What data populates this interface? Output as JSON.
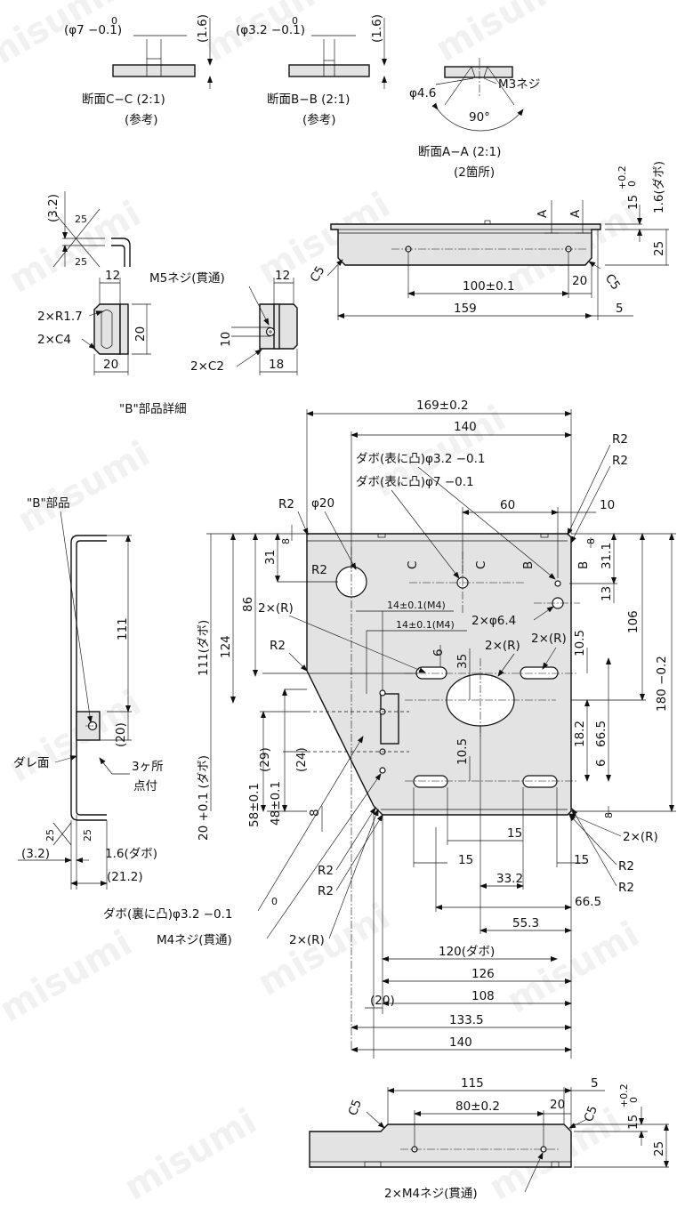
{
  "watermark": "misumi",
  "sections": {
    "cc": {
      "dim_dia": "(φ7 −0.1)",
      "dim_tol_upper": "0",
      "dim_thk": "(1.6)",
      "title": "断面C−C (2:1)",
      "note": "(参考)"
    },
    "bb": {
      "dim_dia": "(φ3.2 −0.1)",
      "dim_tol_upper": "0",
      "dim_thk": "(1.6)",
      "title": "断面B−B (2:1)",
      "note": "(参考)"
    },
    "aa": {
      "dia": "φ4.6",
      "thread": "M3ネジ",
      "angle": "90°",
      "title": "断面A−A (2:1)",
      "note": "(2箇所)"
    }
  },
  "bend_detail": {
    "thk": "(3.2)",
    "ang1": "25",
    "ang2": "25"
  },
  "b_part_detail": {
    "title": "\"B\"部品詳細",
    "thread": "M5ネジ(貫通)",
    "left": {
      "w": "12",
      "r": "2×R1.7",
      "c": "2×C4",
      "h": "20",
      "base": "20"
    },
    "right": {
      "w": "12",
      "h": "10",
      "c": "2×C2",
      "base": "18"
    }
  },
  "top_view": {
    "label_a1": "A",
    "label_a2": "A",
    "chamfer_l": "C5",
    "chamfer_r": "C5",
    "tol_15": "15",
    "tol_15_up": "+0.2",
    "tol_15_lo": "0",
    "t_dabo": "1.6(ダボ)",
    "h25": "25",
    "d100": "100±0.1",
    "d20": "20",
    "d159": "159",
    "d5": "5"
  },
  "main_view": {
    "d169": "169±0.2",
    "d140t": "140",
    "d60": "60",
    "d10": "10",
    "r2_tr1": "R2",
    "r2_tr2": "R2",
    "r2_tl": "R2",
    "r2_tl2": "R2",
    "r2_l": "R2",
    "phi20": "φ20",
    "dabo_32": "ダボ(表に凸)φ3.2 −0.1",
    "dabo_7": "ダボ(表に凸)φ7 −0.1",
    "tol_zero": "0",
    "cut_c1": "C",
    "cut_c2": "C",
    "cut_b1": "B",
    "cut_b2": "B",
    "d8a": "8",
    "d31": "31",
    "d86": "86",
    "d124": "124",
    "d111dabo": "111(ダボ)",
    "d8b": "8",
    "d31_1": "31.1",
    "d13": "13",
    "d106": "106",
    "d180": "180 −0.2",
    "two_r_a": "2×(R)",
    "two_r_b": "2×(R)",
    "two_r_c": "2×(R)",
    "d14a": "14±0.1(M4)",
    "d14b": "14±0.1(M4)",
    "two_phi64": "2×φ6.4",
    "d6a": "6",
    "d35": "35",
    "d10_5a": "10.5",
    "d10_5b": "10.5",
    "d18_2": "18.2",
    "d66_5v": "66.5",
    "d6b": "6",
    "d29": "(29)",
    "d24": "(24)",
    "d58": "58±0.1",
    "d48": "48±0.1",
    "d20dabo": "20 +0.1 (ダボ)",
    "d8c": "8",
    "d8d": "8",
    "two_r_br": "2×(R)",
    "d15a": "15",
    "d15b": "15",
    "d15c": "15",
    "r2_br1": "R2",
    "r2_br2": "R2",
    "r2_bl1": "R2",
    "r2_bl2": "R2",
    "d33_2": "33.2",
    "d66_5h": "66.5",
    "d55_3": "55.3",
    "dabo_back": "ダボ(裏に凸)φ3.2 −0.1",
    "m4_thru": "M4ネジ(貫通)",
    "two_r_d": "2×(R)",
    "d120": "120(ダボ)",
    "d126": "126",
    "d20p": "(20)",
    "d108": "108",
    "d133_5": "133.5",
    "d140b": "140"
  },
  "side_view": {
    "b_part": "\"B\"部品",
    "d111": "111",
    "d20p": "(20)",
    "dare": "ダレ面",
    "spot": "3ヶ所",
    "spot2": "点付",
    "d32": "(3.2)",
    "a25a": "25",
    "a25b": "25",
    "t16": "1.6(ダボ)",
    "d212": "(21.2)"
  },
  "bottom_view": {
    "d115": "115",
    "d5": "5",
    "d80": "80±0.2",
    "d20": "20",
    "c5l": "C5",
    "c5r": "C5",
    "t15": "15",
    "t15u": "+0.2",
    "t15l": "0",
    "h25": "25",
    "m4": "2×M4ネジ(貫通)"
  }
}
